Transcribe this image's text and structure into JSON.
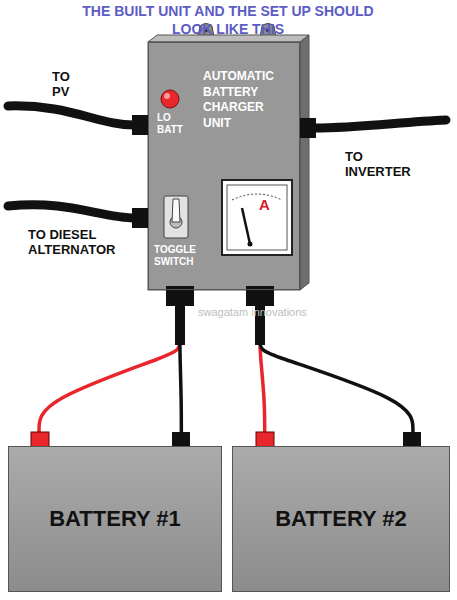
{
  "diagram": {
    "title": "THE BUILT UNIT AND THE SET UP SHOULD LOOK LIKE THIS",
    "nodes": [
      {
        "text": [
          "AUTOMATIC BATTERY CHARGER UNIT"
        ]
      },
      {
        "text": [
          "A"
        ],
        "in": 0
      },
      {
        "text": [
          "BATTERY #1"
        ]
      },
      {
        "text": [
          "BATTERY #2"
        ]
      }
    ],
    "edges": [
      {
        "from": 0,
        "to": 2,
        "arrow": "none"
      },
      {
        "from": 0,
        "to": 2,
        "arrow": "none"
      },
      {
        "from": 0,
        "to": 3,
        "arrow": "none"
      },
      {
        "from": 0,
        "to": 3,
        "arrow": "none"
      }
    ],
    "labels": [
      "TO PV",
      "TO DIESEL ALTERNATOR",
      "TO INVERTER",
      "LO BATT",
      "TOGGLE SWITCH",
      "swagatam innovations"
    ]
  }
}
